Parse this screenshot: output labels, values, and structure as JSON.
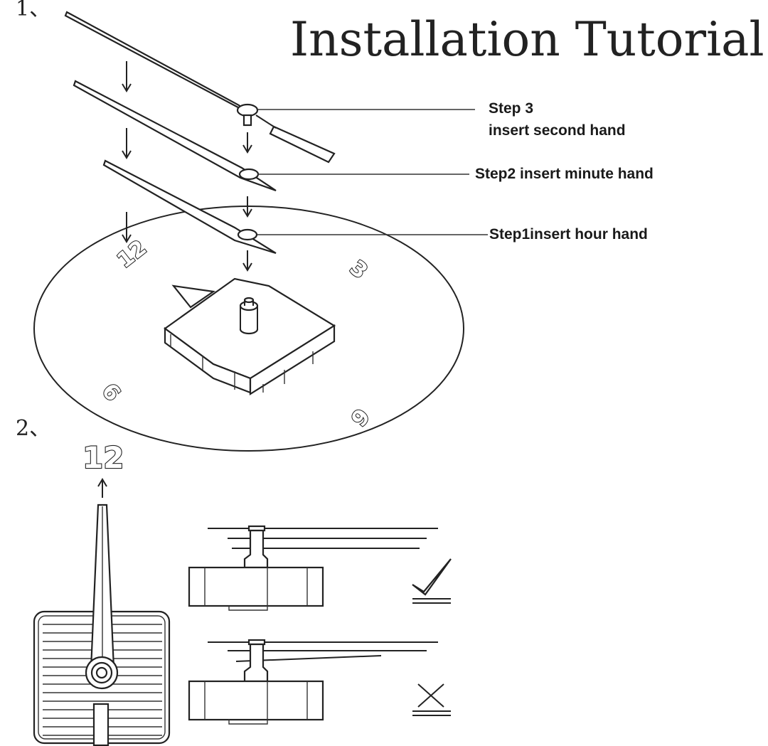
{
  "title": "Installation Tutorial",
  "sections": {
    "one": "1、",
    "two": "2、"
  },
  "steps": {
    "step3_line1": "Step 3",
    "step3_line2": "insert second hand",
    "step2": "Step2 insert minute hand",
    "step1": "Step1insert hour hand"
  },
  "dial": {
    "n12": "12",
    "n3": "3",
    "n6": "6",
    "n9": "9"
  },
  "alignment": {
    "label_12": "12"
  },
  "marks": {
    "correct": "check-icon",
    "incorrect": "cross-icon"
  }
}
